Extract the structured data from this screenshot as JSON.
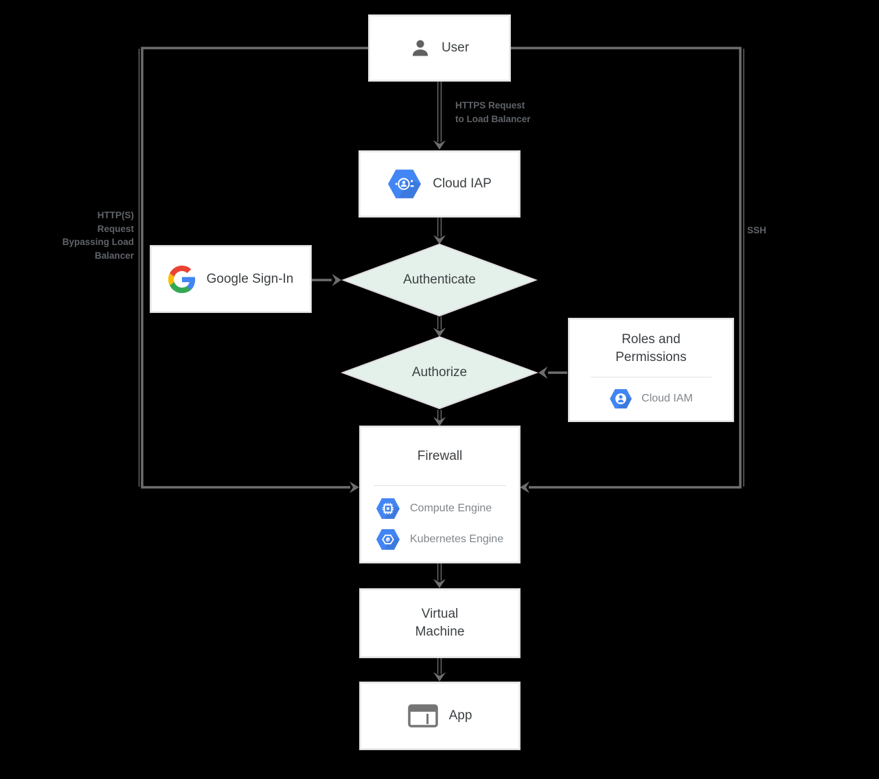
{
  "colors": {
    "background": "#000000",
    "box_background": "#ffffff",
    "box_border": "#cfcfcf",
    "diamond_fill": "#e4f1ea",
    "diamond_border": "#e0dbe0",
    "connector_gray": "#6e6e6e",
    "title_text": "#3c4043",
    "secondary_text": "#80868b",
    "edge_label_text": "#5f6368",
    "gcp_blue": "#4285f4"
  },
  "nodes": {
    "user": {
      "label": "User",
      "icon": "person-icon"
    },
    "cloud_iap": {
      "label": "Cloud IAP",
      "icon": "cloud-iap-hexagon-icon"
    },
    "authenticate": {
      "label": "Authenticate"
    },
    "google_signin": {
      "label": "Google Sign-In",
      "icon": "google-g-icon"
    },
    "authorize": {
      "label": "Authorize"
    },
    "roles_permissions": {
      "title": "Roles and\nPermissions",
      "item": {
        "label": "Cloud IAM",
        "icon": "cloud-iam-hexagon-icon"
      }
    },
    "firewall": {
      "title": "Firewall",
      "items": [
        {
          "label": "Compute Engine",
          "icon": "compute-engine-hexagon-icon"
        },
        {
          "label": "Kubernetes Engine",
          "icon": "kubernetes-engine-hexagon-icon"
        }
      ]
    },
    "virtual_machine": {
      "label": "Virtual\nMachine"
    },
    "app": {
      "label": "App",
      "icon": "browser-window-icon"
    }
  },
  "edges": {
    "user_to_iap": {
      "label": "HTTPS Request\nto Load Balancer"
    },
    "bypass_lb": {
      "label": "HTTP(S)\nRequest\nBypassing Load\nBalancer"
    },
    "ssh": {
      "label": "SSH"
    }
  }
}
